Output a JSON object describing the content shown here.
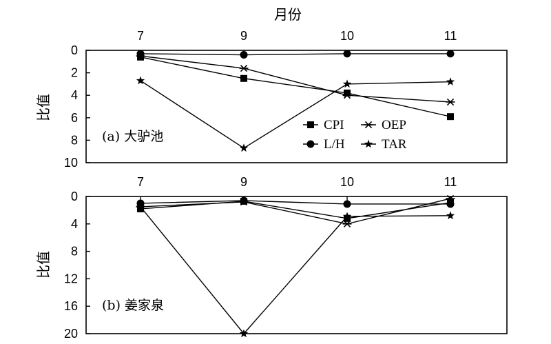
{
  "chart_data": [
    {
      "type": "line",
      "panel_label": "(a) 大驴池",
      "xlabel": "月份",
      "ylabel": "比值",
      "categories": [
        "7",
        "9",
        "10",
        "11"
      ],
      "ylim": [
        0,
        10
      ],
      "y_inverted": true,
      "y_ticks": [
        "0",
        "2",
        "4",
        "6",
        "8",
        "10"
      ],
      "x_axis_position": "top",
      "legend_position": "bottom-right",
      "series": [
        {
          "name": "CPI",
          "marker": "square",
          "values": [
            0.6,
            2.5,
            3.8,
            5.9
          ]
        },
        {
          "name": "L/H",
          "marker": "circle",
          "values": [
            0.3,
            0.4,
            0.3,
            0.3
          ]
        },
        {
          "name": "OEP",
          "marker": "asterisk",
          "values": [
            0.5,
            1.6,
            4.0,
            4.6
          ]
        },
        {
          "name": "TAR",
          "marker": "star",
          "values": [
            2.7,
            8.7,
            3.0,
            2.8
          ]
        }
      ]
    },
    {
      "type": "line",
      "panel_label": "(b) 姜家泉",
      "ylabel": "比值",
      "categories": [
        "7",
        "9",
        "10",
        "11"
      ],
      "ylim": [
        0,
        20
      ],
      "y_inverted": true,
      "y_ticks": [
        "0",
        "4",
        "8",
        "12",
        "16",
        "20"
      ],
      "x_axis_position": "top",
      "series": [
        {
          "name": "CPI",
          "marker": "square",
          "values": [
            1.8,
            0.7,
            3.2,
            0.9
          ]
        },
        {
          "name": "L/H",
          "marker": "circle",
          "values": [
            1.0,
            0.6,
            1.1,
            1.1
          ]
        },
        {
          "name": "OEP",
          "marker": "asterisk",
          "values": [
            1.5,
            0.8,
            4.0,
            0.3
          ]
        },
        {
          "name": "TAR",
          "marker": "star",
          "values": [
            1.5,
            20.0,
            2.9,
            2.8
          ]
        }
      ]
    }
  ]
}
